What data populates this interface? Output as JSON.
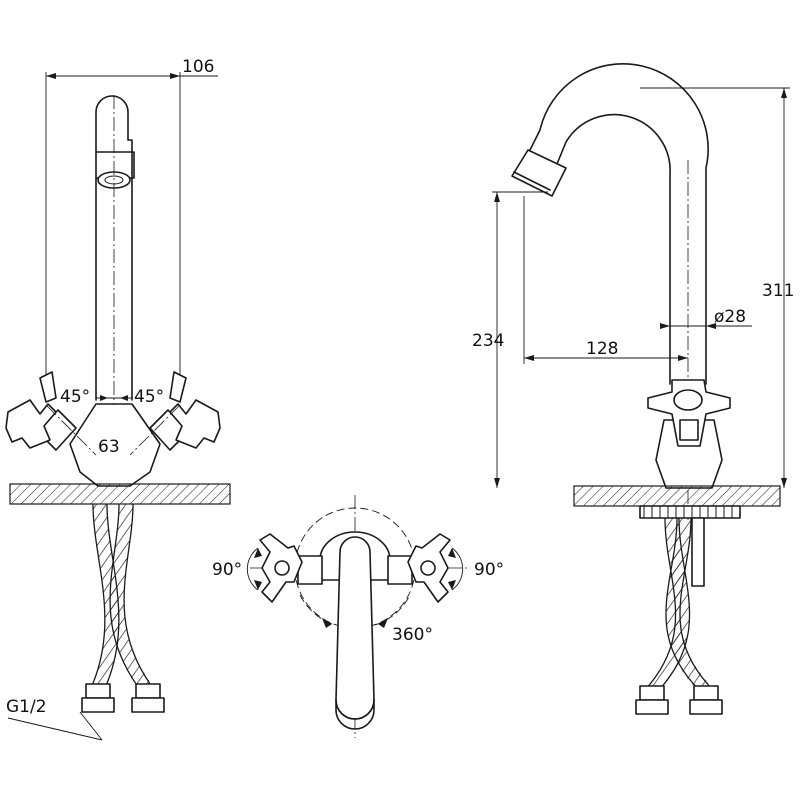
{
  "labels": {
    "width_top": "106",
    "angle_left": "45°",
    "angle_right": "45°",
    "spacing": "63",
    "thread": "G1/2",
    "rotate_left": "90°",
    "rotate_right": "90°",
    "swivel": "360°",
    "spout_height": "234",
    "reach": "128",
    "diameter": "ø28",
    "total_height": "311"
  }
}
